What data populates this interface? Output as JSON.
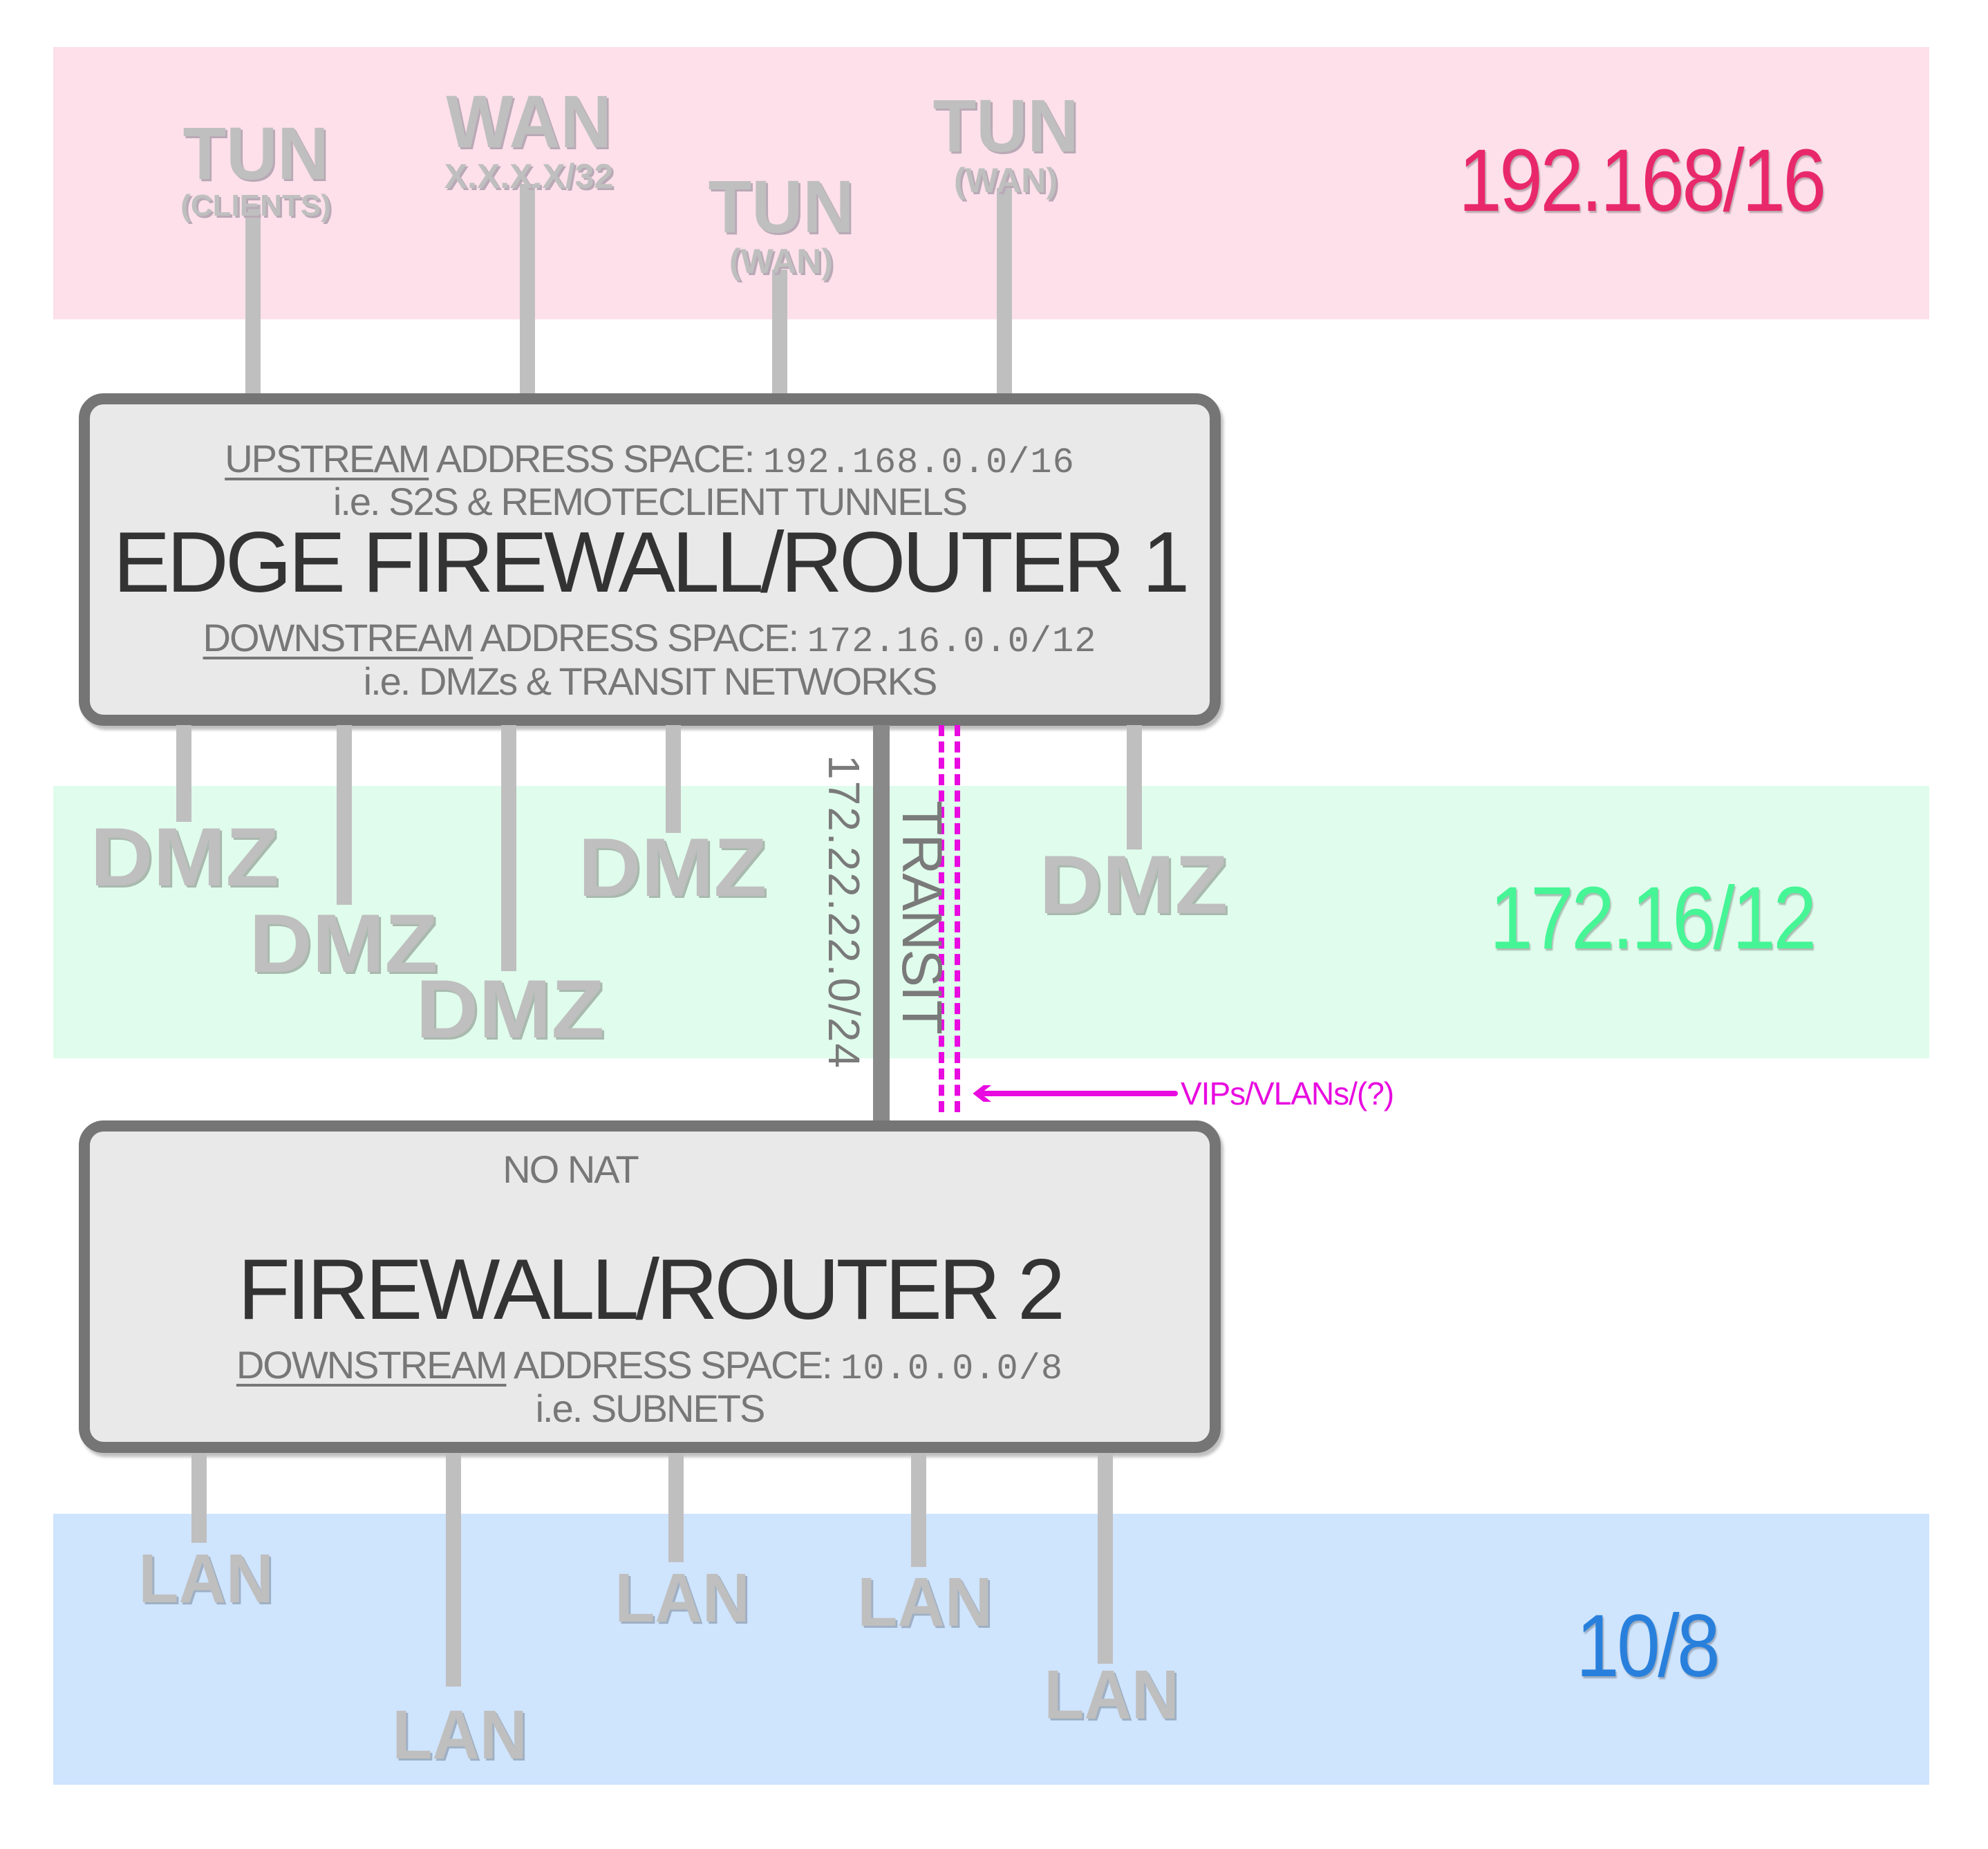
{
  "zones": {
    "upstream": {
      "label": "192.168/16",
      "color": "#e8286a",
      "bg": "#fde0ea"
    },
    "dmz": {
      "label": "172.16/12",
      "color": "#46f596",
      "bg": "#e0fcec"
    },
    "lan": {
      "label": "10/8",
      "color": "#2880dc",
      "bg": "#cfe4fd"
    }
  },
  "upstream_ports": [
    {
      "main": "TUN",
      "sub": "(CLIENTS)"
    },
    {
      "main": "WAN",
      "sub": "X.X.X.X/32"
    },
    {
      "main": "TUN",
      "sub": "(WAN)"
    },
    {
      "main": "TUN",
      "sub": "(WAN)"
    }
  ],
  "router1": {
    "upstream_label": "UPSTREAM",
    "upstream_rest": " ADDRESS SPACE: ",
    "upstream_cidr": "192.168.0.0/16",
    "upstream_note": "i.e. S2S & REMOTECLIENT TUNNELS",
    "title": "EDGE FIREWALL/ROUTER 1",
    "downstream_label": "DOWNSTREAM",
    "downstream_rest": " ADDRESS SPACE: ",
    "downstream_cidr": "172.16.0.0/12",
    "downstream_note": "i.e. DMZs & TRANSIT NETWORKS"
  },
  "dmz_ports": [
    "DMZ",
    "DMZ",
    "DMZ",
    "DMZ",
    "DMZ"
  ],
  "transit": {
    "cidr": "172.22.22.0/24",
    "label": "TRANSIT",
    "annotation": "VIPs/VLANs/(?)",
    "annotation_color": "#e80ae0"
  },
  "router2": {
    "nat_note": "NO NAT",
    "title": "FIREWALL/ROUTER 2",
    "downstream_label": "DOWNSTREAM",
    "downstream_rest": " ADDRESS SPACE: ",
    "downstream_cidr": "10.0.0.0/8",
    "downstream_note": "i.e. SUBNETS"
  },
  "lan_ports": [
    "LAN",
    "LAN",
    "LAN",
    "LAN",
    "LAN"
  ]
}
